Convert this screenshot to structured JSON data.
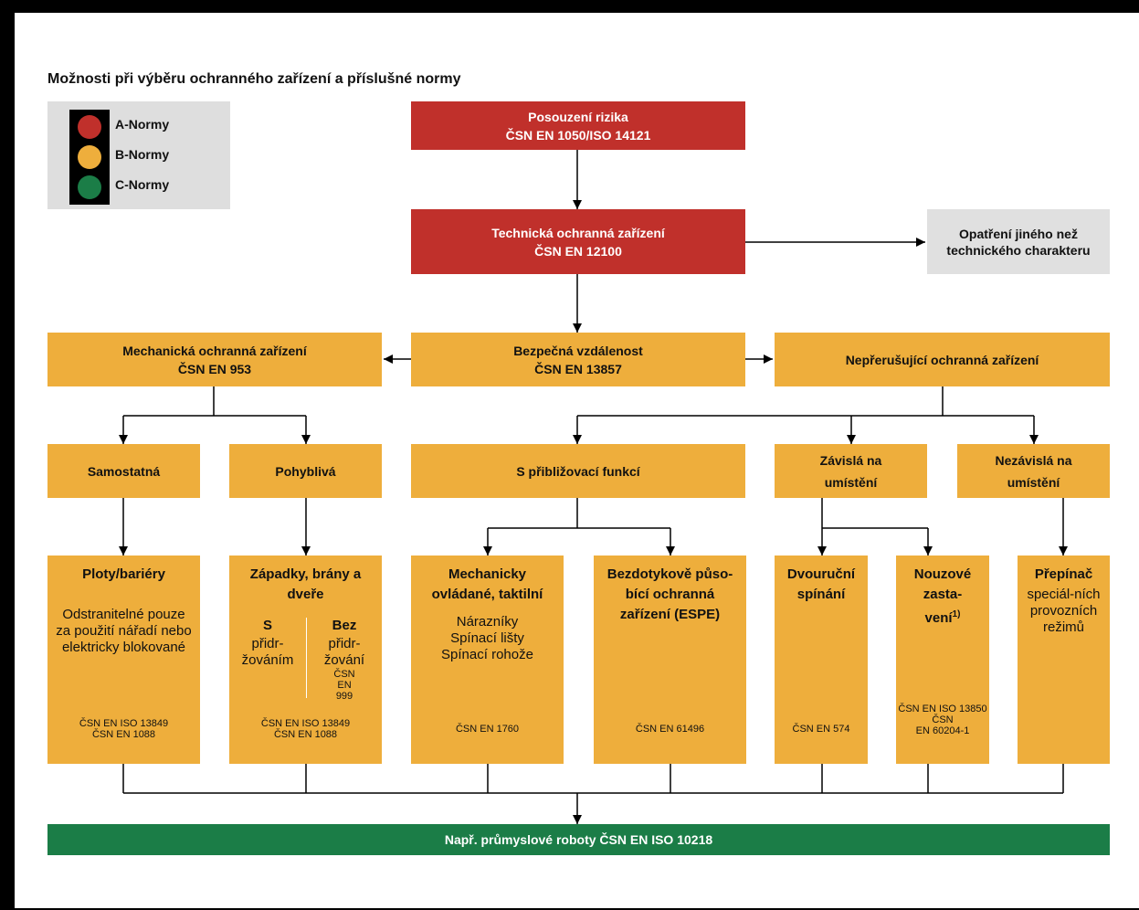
{
  "title": "Možnosti při výběru ochranného zařízení a příslušné normy",
  "legend": [
    {
      "label": "A-Normy",
      "color": "#c0302b"
    },
    {
      "label": "B-Normy",
      "color": "#eeae3c"
    },
    {
      "label": "C-Normy",
      "color": "#1b7d47"
    }
  ],
  "risk": {
    "line1": "Posouzení rizika",
    "line2": "ČSN EN 1050/ISO 14121"
  },
  "technical": {
    "line1": "Technická ochranná zařízení",
    "line2": "ČSN EN 12100"
  },
  "nontechnical": "Opatření jiného než technického charakteru",
  "mechanical": {
    "line1": "Mechanická ochranná zařízení",
    "line2": "ČSN EN 953"
  },
  "safe_distance": {
    "line1": "Bezpečná vzdálenost",
    "line2": "ČSN EN 13857"
  },
  "nonseparating": "Nepřerušující ochranná zařízení",
  "fixed": "Samostatná",
  "movable": "Pohyblivá",
  "approach": "S přibližovací funkcí",
  "position_dependent": "Závislá na umístění",
  "position_independent": "Nezávislá na umístění",
  "fences": {
    "head": "Ploty/bariéry",
    "desc": "Odstranitelné pouze za použití nářadí nebo elektricky blokované",
    "norm": "ČSN EN ISO 13849\nČSN EN 1088"
  },
  "latches": {
    "head": "Západky, brány a dveře",
    "left_head": "S",
    "left_desc": "přidr-žováním",
    "right_head": "Bez",
    "right_desc": "přidr-žování",
    "right_norm": "ČSN EN 999",
    "norm": "ČSN EN ISO 13849\nČSN EN 1088"
  },
  "tactile": {
    "head": "Mechanicky ovládané, taktilní",
    "desc": "Nárazníky\nSpínací lišty\nSpínací rohože",
    "norm": "ČSN EN 1760"
  },
  "espe": {
    "head": "Bezdotykově půso-bící ochranná zařízení (ESPE)",
    "norm": "ČSN EN 61496"
  },
  "twohand": {
    "head": "Dvouruční spínání",
    "norm": "ČSN EN 574"
  },
  "estop": {
    "head": "Nouzové zasta-vení",
    "sup": "1)",
    "norm": "ČSN EN ISO 13850\nČSN\nEN 60204-1"
  },
  "switch": {
    "head": "Přepínač",
    "desc": "speciál-ních provozních režimů"
  },
  "robots": "Např. průmyslové roboty ČSN EN ISO 10218"
}
